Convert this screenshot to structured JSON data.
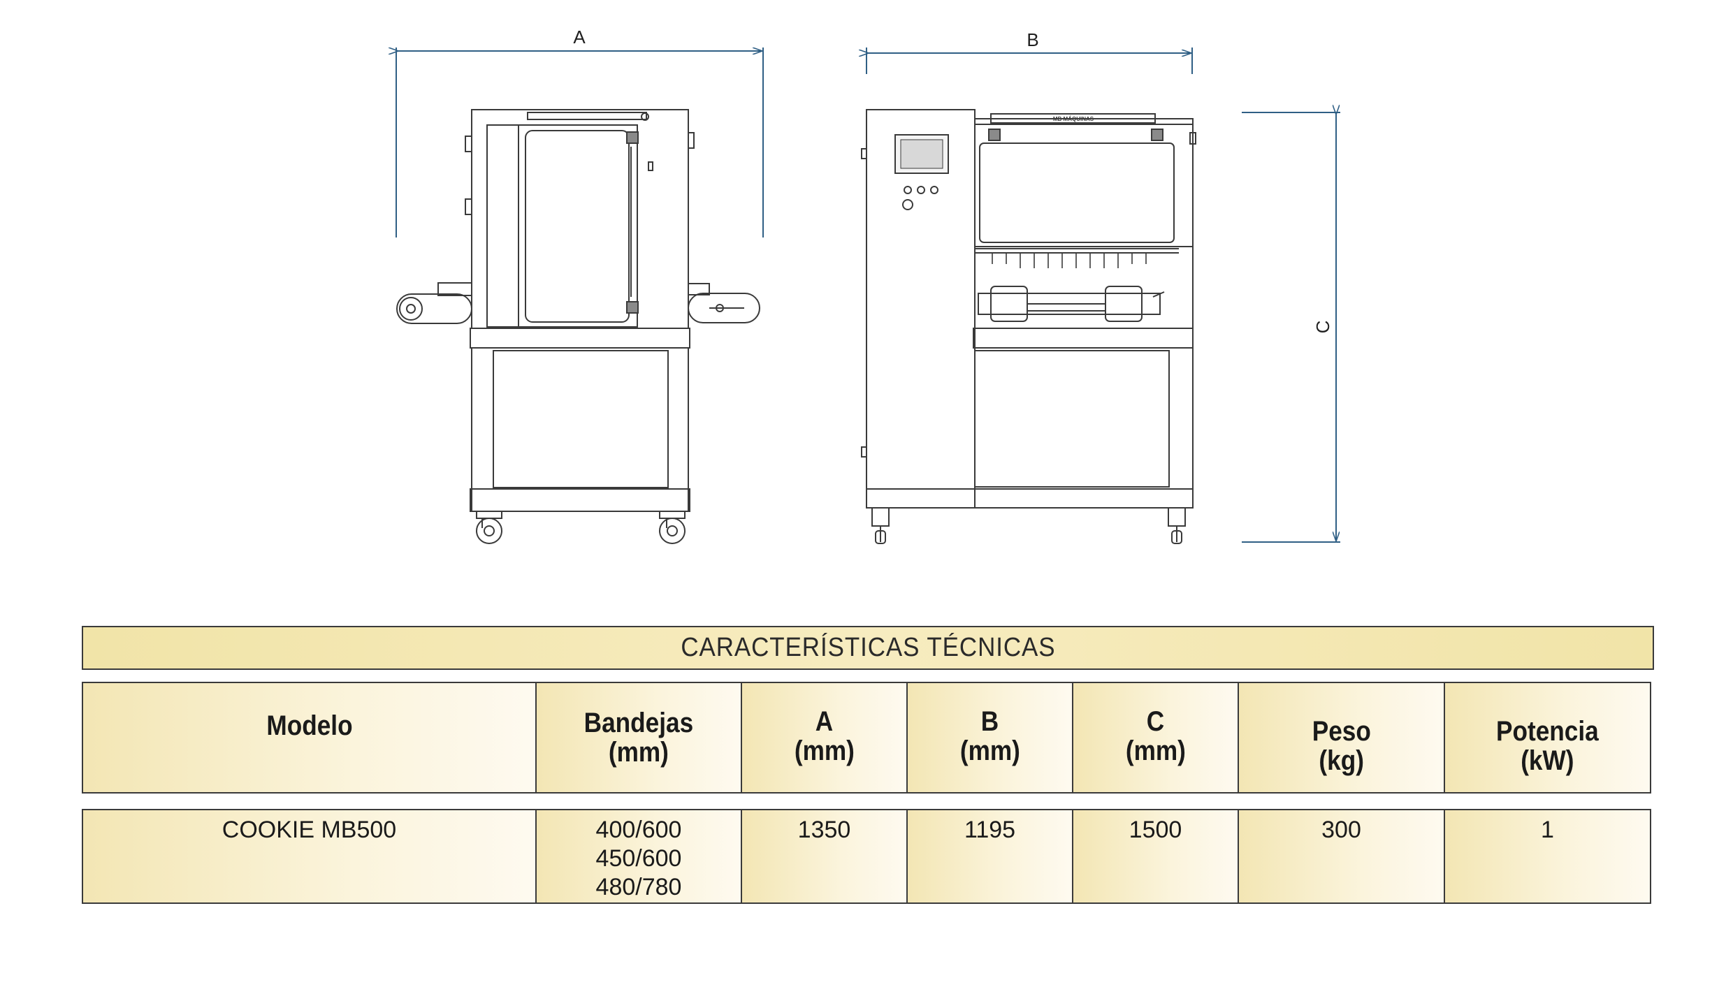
{
  "dimension_labels": {
    "a": "A",
    "b": "B",
    "c": "C"
  },
  "drawing": {
    "brand_plate": "MB MÁQUINAS"
  },
  "table": {
    "caption": "CARACTERÍSTICAS TÉCNICAS",
    "headers": {
      "modelo": "Modelo",
      "bandejas_1": "Bandejas",
      "bandejas_2": "(mm)",
      "a_1": "A",
      "a_2": "(mm)",
      "b_1": "B",
      "b_2": "(mm)",
      "c_1": "C",
      "c_2": "(mm)",
      "peso_1": "Peso",
      "peso_2": "(kg)",
      "potencia_1": "Potencia",
      "potencia_2": "(kW)"
    },
    "row": {
      "modelo": "COOKIE MB500",
      "bandejas": [
        "400/600",
        "450/600",
        "480/780"
      ],
      "a": "1350",
      "b": "1195",
      "c": "1500",
      "peso": "300",
      "potencia": "1"
    }
  },
  "colors": {
    "dimension_line": "#2f5f85",
    "line_art": "#3a3a3a",
    "table_fill": "#f3e6b4"
  }
}
